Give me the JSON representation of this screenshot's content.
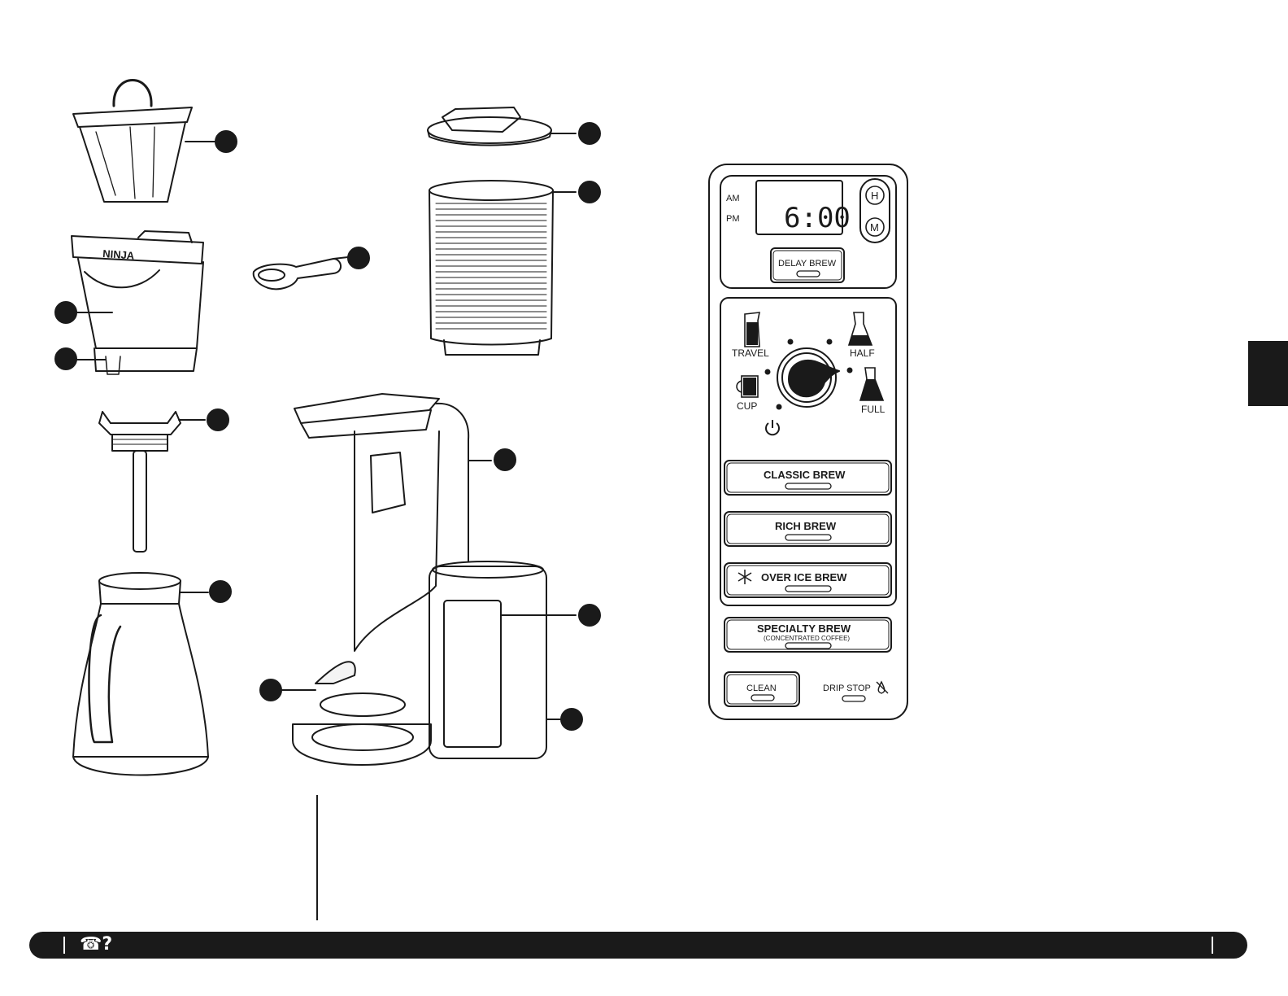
{
  "control_panel": {
    "clock": {
      "am_label": "AM",
      "pm_label": "PM",
      "time": "6:00",
      "hour_button": "H",
      "minute_button": "M"
    },
    "delay_brew": "DELAY BREW",
    "sizes": {
      "travel": "TRAVEL",
      "half": "HALF",
      "cup": "CUP",
      "full": "FULL"
    },
    "brew_buttons": {
      "classic": "CLASSIC BREW",
      "rich": "RICH BREW",
      "over_ice": "OVER ICE BREW",
      "specialty": "SPECIALTY BREW",
      "specialty_note": "(CONCENTRATED COFFEE)"
    },
    "clean": "CLEAN",
    "drip_stop": "DRIP STOP"
  },
  "parts": {
    "brew_basket_brand": "NINJA"
  },
  "icons": {
    "power": "power-icon",
    "snowflake": "snowflake-icon",
    "drip_stop": "drip-stop-icon",
    "help": "phone-help-icon"
  },
  "footer": {
    "help_icon": "☎?"
  },
  "colors": {
    "ink": "#1a1a1a",
    "paper": "#ffffff"
  }
}
